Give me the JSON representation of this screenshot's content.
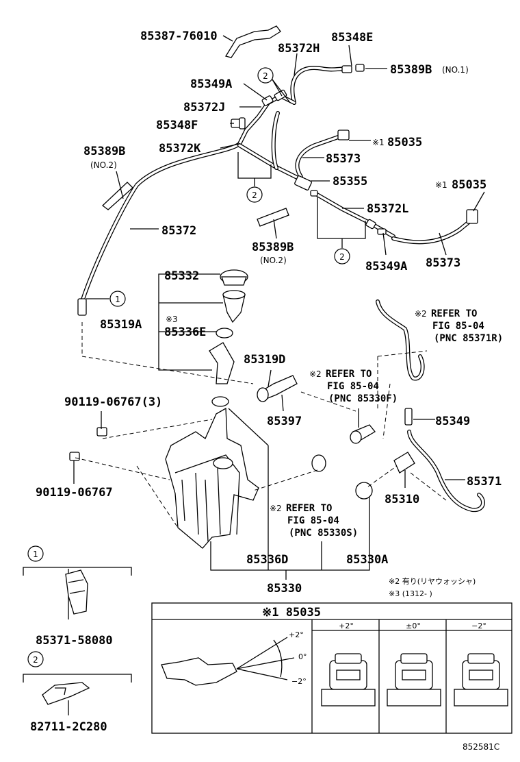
{
  "labels": {
    "p85387": "85387-76010",
    "p85372H": "85372H",
    "p85348E": "85348E",
    "p85389B_no1": "85389B",
    "no1": "(NO.1)",
    "p85349A_top": "85349A",
    "p85372J": "85372J",
    "p85348F": "85348F",
    "p85035_a": "85035",
    "p85389B_l": "85389B",
    "no2_l": "(NO.2)",
    "p85372K": "85372K",
    "p85373_a": "85373",
    "p85355": "85355",
    "p85035_b": "85035",
    "p85372L": "85372L",
    "p85372": "85372",
    "p85389B_m": "85389B",
    "no2_m": "(NO.2)",
    "p85349A_b": "85349A",
    "p85373_b": "85373",
    "p85332": "85332",
    "p85319A": "85319A",
    "p85336E": "85336E",
    "p85319D": "85319D",
    "p85397": "85397",
    "p90119_a": "90119-06767(3)",
    "p90119_b": "90119-06767",
    "p85349": "85349",
    "p85371": "85371",
    "p85310": "85310",
    "p85336D": "85336D",
    "p85330A": "85330A",
    "p85330": "85330",
    "p85371_58080": "85371-58080",
    "p82711": "82711-2C280",
    "code": "852581C"
  },
  "marks": {
    "m1": "※1",
    "m2": "※2",
    "m3": "※3",
    "circle1": "1",
    "circle2": "2"
  },
  "refs": {
    "ref_a": [
      "REFER TO",
      "FIG 85-04",
      "(PNC 85371R)"
    ],
    "ref_b": [
      "REFER TO",
      "FIG 85-04",
      "(PNC 85330F)"
    ],
    "ref_c": [
      "REFER TO",
      "FIG 85-04",
      "(PNC 85330S)"
    ]
  },
  "notes": {
    "note2": "※2 有り(リヤウォッシャ)",
    "note3": "※3 (1312-      )"
  },
  "table": {
    "title": "※1 85035",
    "angles": [
      "+2°",
      "0°",
      "−2°"
    ],
    "columns": [
      "+2°",
      "±0°",
      "−2°"
    ]
  }
}
